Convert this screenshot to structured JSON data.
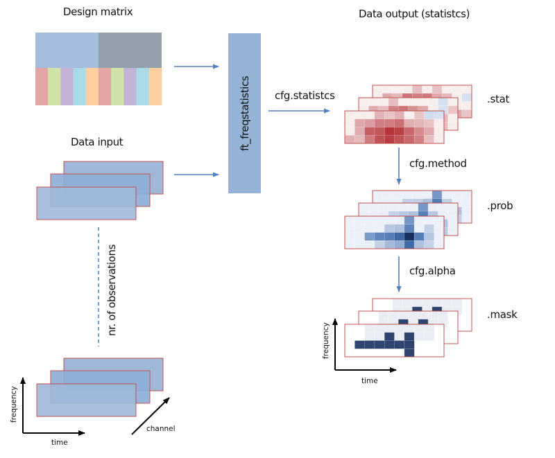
{
  "labels": {
    "design_matrix": "Design matrix",
    "data_output": "Data output (statistcs)",
    "data_input": "Data input",
    "function_name": "ft_freqstatistics",
    "nr_observations": "nr. of observations",
    "cfg_statistics": "cfg.statistcs",
    "cfg_method": "cfg.method",
    "cfg_alpha": "cfg.alpha",
    "out_stat": ".stat",
    "out_prob": ".prob",
    "out_mask": ".mask",
    "axis_frequency": "frequency",
    "axis_time": "time",
    "axis_channel": "channel"
  },
  "colors": {
    "arrow": "#4f81bd",
    "box_fill": "#95b3d7",
    "input_fill": "#9fb8d9",
    "input_stroke": "#c0504d",
    "condition_a": "#a4bddf",
    "condition_b": "#939fad",
    "regressors": [
      "#e3a4a6",
      "#d0e2a8",
      "#c3b2d6",
      "#a8dbe6",
      "#fdcfa0",
      "#e3a4a6",
      "#d0e2a8",
      "#c3b2d6",
      "#a8dbe6",
      "#fdcfa0"
    ]
  }
}
